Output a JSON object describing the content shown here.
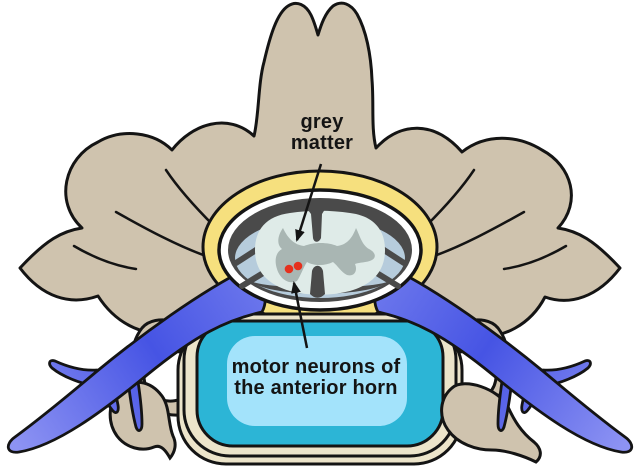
{
  "figure": {
    "labels": {
      "grey_matter": {
        "line1": "grey",
        "line2": "matter"
      },
      "motor_neurons": {
        "line1": "motor neurons of",
        "line2": "the anterior horn"
      }
    },
    "colors": {
      "background": "#ffffff",
      "outline": "#141414",
      "bone-tan": "#cfc3ae",
      "bone-cream": "#ece4ca",
      "ligament-yellow": "#f6e07e",
      "dura-dark": "#4a4a4a",
      "csf-blue": "#b6ccdc",
      "cord-pale": "#dfebe8",
      "grey-matter": "#a9b6b3",
      "neuron-red": "#e5301d",
      "nerve-blue-mid": "#6b76ec",
      "nerve-blue-dark": "#4654e4",
      "nerve-blue-light": "#8d93f3",
      "disc-teal": "#2cb5d6",
      "disc-light-blue": "#a3e3fb"
    }
  }
}
